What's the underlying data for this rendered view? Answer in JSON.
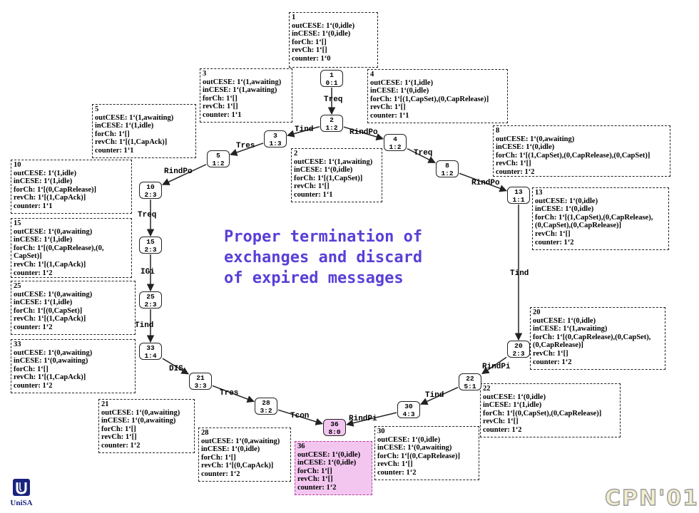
{
  "title_lines": [
    "Proper termination of",
    "exchanges and discard",
    "of expired messages"
  ],
  "logo_text": "UniSA",
  "conference_badge": "CPN'01",
  "nodes": [
    {
      "id": "1",
      "label": "0:1"
    },
    {
      "id": "2",
      "label": "1:2"
    },
    {
      "id": "3",
      "label": "1:3"
    },
    {
      "id": "4",
      "label": "1:2"
    },
    {
      "id": "5",
      "label": "1:2"
    },
    {
      "id": "8",
      "label": "1:2"
    },
    {
      "id": "10",
      "label": "2:3"
    },
    {
      "id": "13",
      "label": "1:1"
    },
    {
      "id": "15",
      "label": "2:3"
    },
    {
      "id": "20",
      "label": "2:3"
    },
    {
      "id": "22",
      "label": "5:1"
    },
    {
      "id": "25",
      "label": "2:3"
    },
    {
      "id": "30",
      "label": "4:3"
    },
    {
      "id": "33",
      "label": "1:4"
    },
    {
      "id": "21",
      "label": "3:3"
    },
    {
      "id": "28",
      "label": "3:2"
    },
    {
      "id": "36",
      "label": "8:0"
    }
  ],
  "arcs": [
    {
      "from": "1",
      "to": "2",
      "label": "Treq"
    },
    {
      "from": "2",
      "to": "3",
      "label": "Tind"
    },
    {
      "from": "2",
      "to": "4",
      "label": "RindPo"
    },
    {
      "from": "3",
      "to": "5",
      "label": "Tres"
    },
    {
      "from": "4",
      "to": "8",
      "label": "Treq"
    },
    {
      "from": "5",
      "to": "10",
      "label": "RindPo"
    },
    {
      "from": "8",
      "to": "13",
      "label": "RindPo"
    },
    {
      "from": "10",
      "to": "15",
      "label": "Treq"
    },
    {
      "from": "13",
      "to": "20",
      "label": "Tind"
    },
    {
      "from": "15",
      "to": "25",
      "label": "IGi"
    },
    {
      "from": "20",
      "to": "22",
      "label": "RindPi"
    },
    {
      "from": "25",
      "to": "33",
      "label": "Tind"
    },
    {
      "from": "22",
      "to": "30",
      "label": "Tind"
    },
    {
      "from": "33",
      "to": "21",
      "label": "DIS"
    },
    {
      "from": "30",
      "to": "36",
      "label": "RindPi"
    },
    {
      "from": "21",
      "to": "28",
      "label": "Tres"
    },
    {
      "from": "28",
      "to": "36",
      "label": "Tcon"
    }
  ],
  "info_boxes": [
    {
      "id": "1",
      "lines": [
        "outCESE: 1‘(0,idle)",
        "inCESE: 1‘(0,idle)",
        "forCh: 1‘[]",
        "revCh: 1‘[]",
        "counter: 1‘0"
      ]
    },
    {
      "id": "3",
      "lines": [
        "outCESE: 1‘(1,awaiting)",
        "inCESE: 1‘(1,awaiting)",
        "forCh: 1‘[]",
        "revCh: 1‘[]",
        "counter: 1‘1"
      ]
    },
    {
      "id": "4",
      "lines": [
        "outCESE: 1‘(1,idle)",
        "inCESE: 1‘(0,idle)",
        "forCh: 1‘[(1,CapSet),(0,CapRelease)]",
        "revCh: 1‘[]",
        "counter: 1‘1"
      ]
    },
    {
      "id": "5",
      "lines": [
        "outCESE: 1‘(1,awaiting)",
        "inCESE: 1‘(1,idle)",
        "forCh: 1‘[]",
        "revCh: 1‘[(1,CapAck)]",
        "counter: 1‘1"
      ]
    },
    {
      "id": "8",
      "lines": [
        "outCESE: 1‘(0,awaiting)",
        "inCESE: 1‘(0,idle)",
        "forCh: 1‘[(1,CapSet),(0,CapRelease),(0,CapSet)]",
        "revCh: 1‘[]",
        "counter: 1‘2"
      ]
    },
    {
      "id": "2",
      "lines": [
        "outCESE: 1‘(1,awaiting)",
        "inCESE: 1‘(0,idle)",
        "forCh: 1‘[(1,CapSet)]",
        "revCh: 1‘[]",
        "counter: 1‘1"
      ]
    },
    {
      "id": "10",
      "lines": [
        "outCESE: 1‘(1,idle)",
        "inCESE: 1‘(1,idle)",
        "forCh: 1‘[(0,CapRelease)]",
        "revCh: 1‘[(1,CapAck)]",
        "counter: 1‘1"
      ]
    },
    {
      "id": "13",
      "lines": [
        "outCESE: 1‘(0,idle)",
        "inCESE: 1‘(0,idle)",
        "forCh: 1‘[(1,CapSet),(0,CapRelease),",
        "(0,CapSet),(0,CapRelease)]",
        "revCh: 1‘[]",
        "counter: 1‘2"
      ]
    },
    {
      "id": "15",
      "lines": [
        "outCESE: 1‘(0,awaiting)",
        "inCESE: 1‘(1,idle)",
        "forCh: 1‘[(0,CapRelease),(0,",
        "CapSet)]",
        "revCh: 1‘[(1,CapAck)]",
        "counter: 1‘2"
      ]
    },
    {
      "id": "25",
      "lines": [
        "outCESE: 1‘(0,awaiting)",
        "inCESE: 1‘(1,idle)",
        "forCh: 1‘[(0,CapSet)]",
        "revCh: 1‘[(1,CapAck)]",
        "counter: 1‘2"
      ]
    },
    {
      "id": "20",
      "lines": [
        "outCESE: 1‘(0,idle)",
        "inCESE: 1‘(1,awaiting)",
        "forCh: 1‘[(0,CapRelease),(0,CapSet),",
        "(0,CapRelease)]",
        "revCh: 1‘[]",
        "counter: 1‘2"
      ]
    },
    {
      "id": "33",
      "lines": [
        "outCESE: 1‘(0,awaiting)",
        "inCESE: 1‘(0,awaiting)",
        "forCh: 1‘[]",
        "revCh: 1‘[(1,CapAck)]",
        "counter: 1‘2"
      ]
    },
    {
      "id": "22",
      "lines": [
        "outCESE: 1‘(0,idle)",
        "inCESE: 1‘(1,idle)",
        "forCh: 1‘[(0,CapSet),(0,CapRelease)]",
        "revCh: 1‘[]",
        "counter: 1‘2"
      ]
    },
    {
      "id": "21",
      "lines": [
        "outCESE: 1‘(0,awaiting)",
        "inCESE: 1‘(0,awaiting)",
        "forCh: 1‘[]",
        "revCh: 1‘[]",
        "counter: 1‘2"
      ]
    },
    {
      "id": "28",
      "lines": [
        "outCESE: 1‘(0,awaiting)",
        "inCESE: 1‘(0,idle)",
        "forCh: 1‘[]",
        "revCh: 1‘[(0,CapAck)]",
        "counter: 1‘2"
      ]
    },
    {
      "id": "36",
      "lines": [
        "outCESE: 1‘(0,idle)",
        "inCESE: 1‘(0,idle)",
        "forCh: 1‘[]",
        "revCh: 1‘[]",
        "counter: 1‘2"
      ]
    },
    {
      "id": "30",
      "lines": [
        "outCESE: 1‘(0,idle)",
        "inCESE: 1‘(0,awaiting)",
        "forCh: 1‘[(0,CapRelease)]",
        "revCh: 1‘[]",
        "counter: 1‘2"
      ]
    }
  ],
  "highlighted_state": "36",
  "colors": {
    "title": "#5a3fd6",
    "highlight_fill": "#f3c6f0",
    "highlight_border": "#b040a0",
    "logo": "#1a237e",
    "badge_fill": "#f2eecf"
  }
}
